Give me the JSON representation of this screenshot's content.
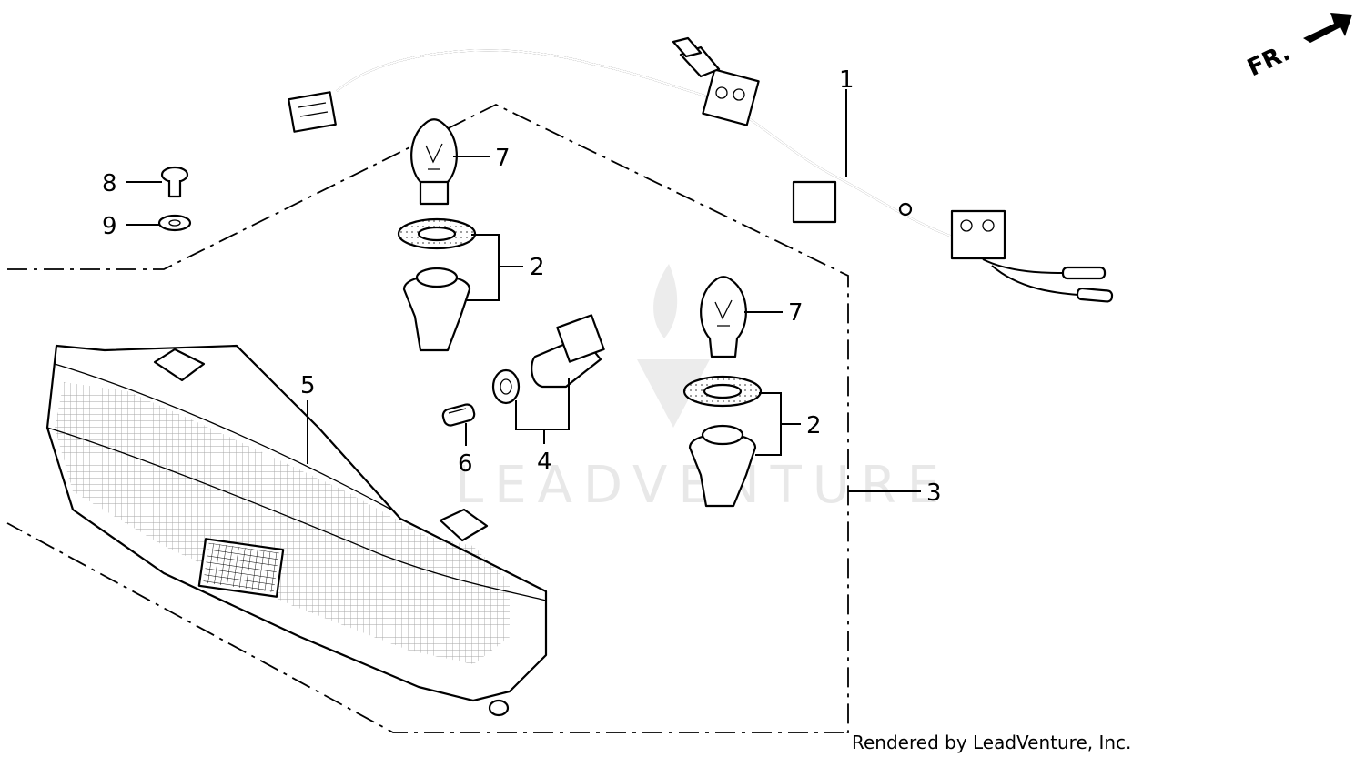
{
  "direction_label": "FR.",
  "watermark": "LEADVENTURE",
  "credit": "Rendered by LeadVenture, Inc.",
  "callouts": {
    "c1": "1",
    "c2a": "2",
    "c2b": "2",
    "c3": "3",
    "c4": "4",
    "c5": "5",
    "c6": "6",
    "c7a": "7",
    "c7b": "7",
    "c8": "8",
    "c9": "9"
  }
}
